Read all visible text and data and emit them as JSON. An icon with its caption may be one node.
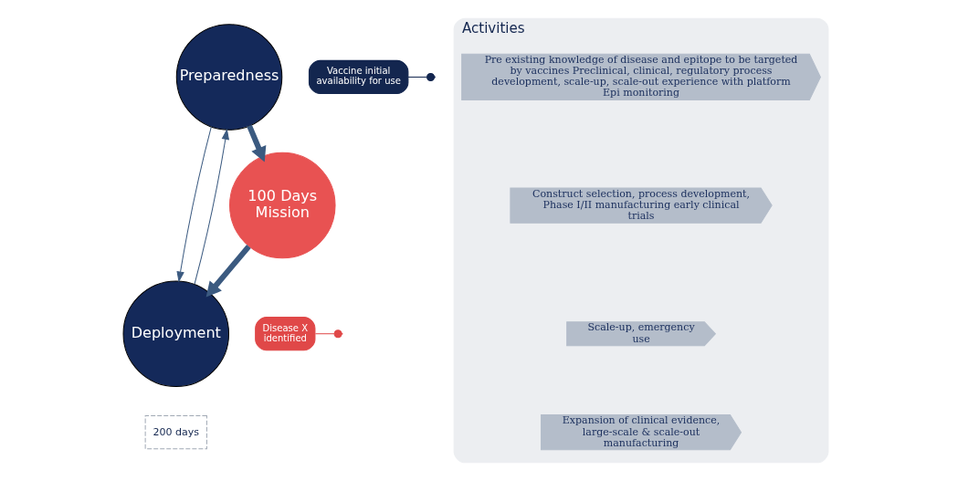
{
  "diagram": {
    "nodes": [
      {
        "text": [
          "Preparedness"
        ]
      },
      {
        "text": [
          "Disease X identified"
        ]
      },
      {
        "text": [
          "100 Days Mission"
        ]
      },
      {
        "text": [
          "Vaccine initial availability for use"
        ]
      },
      {
        "text": [
          "Deployment"
        ]
      },
      {
        "text": [
          "200 days"
        ]
      },
      {
        "text": [
          "Activities"
        ]
      },
      {
        "text": [
          "Pre existing knowledge of disease and epitope to be targeted by vaccines Preclinical, clinical, regulatory process development, scale-up, scale-out experience with platform Epi monitoring"
        ],
        "in": 6
      },
      {
        "text": [
          "Construct selection, process development, Phase I/II manufacturing early clinical trials"
        ],
        "in": 6
      },
      {
        "text": [
          "Scale-up, emergency use"
        ],
        "in": 6
      },
      {
        "text": [
          "Expansion of clinical evidence, large-scale & scale-out manufacturing"
        ],
        "in": 6
      }
    ],
    "edges": [
      {
        "from": 0,
        "to": 2,
        "arrow": "to",
        "style": "thick"
      },
      {
        "from": 2,
        "to": 4,
        "arrow": "to",
        "style": "thick"
      },
      {
        "from": 4,
        "to": 0,
        "arrow": "to"
      },
      {
        "from": 0,
        "to": 4,
        "arrow": "to"
      },
      {
        "from": 1,
        "to": null,
        "arrow": "other",
        "color": "#e04848"
      },
      {
        "from": 3,
        "to": null,
        "arrow": "other",
        "color": "#13264f"
      }
    ]
  }
}
